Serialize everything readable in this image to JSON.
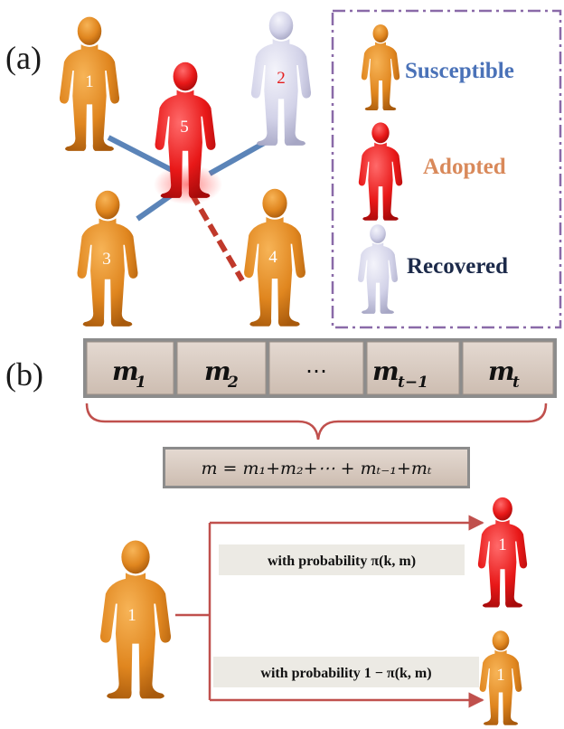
{
  "panels": {
    "a_label": "(a)",
    "b_label": "(b)"
  },
  "network": {
    "nodes": [
      {
        "id": "1",
        "state": "susceptible"
      },
      {
        "id": "2",
        "state": "recovered"
      },
      {
        "id": "3",
        "state": "susceptible"
      },
      {
        "id": "4",
        "state": "susceptible"
      },
      {
        "id": "5",
        "state": "adopted"
      }
    ]
  },
  "legend": {
    "items": [
      {
        "label": "Susceptible",
        "color": "#4a72b8"
      },
      {
        "label": "Adopted",
        "color": "#d9895a"
      },
      {
        "label": "Recovered",
        "color": "#1c2a4a"
      }
    ]
  },
  "memory": {
    "cells": [
      {
        "base": "m",
        "sub": "1"
      },
      {
        "base": "m",
        "sub": "2"
      },
      {
        "base": "⋯",
        "sub": ""
      },
      {
        "base": "m",
        "sub": "t−1"
      },
      {
        "base": "m",
        "sub": "t"
      }
    ],
    "equation": "m = m₁+m₂+⋯ + mₜ₋₁+mₜ"
  },
  "transition": {
    "source_id": "1",
    "upper": {
      "label": "with probability π(k, m)",
      "target_id": "1"
    },
    "lower": {
      "label": "with probability 1 − π(k, m)",
      "target_id": "1"
    }
  },
  "colors": {
    "susceptible": "#e08a22",
    "adopted": "#e51d1d",
    "recovered": "#cfcfe6",
    "arrow": "#c0504d",
    "edge_blue": "#5b84b8",
    "box_fill": "#d7c9bf"
  }
}
